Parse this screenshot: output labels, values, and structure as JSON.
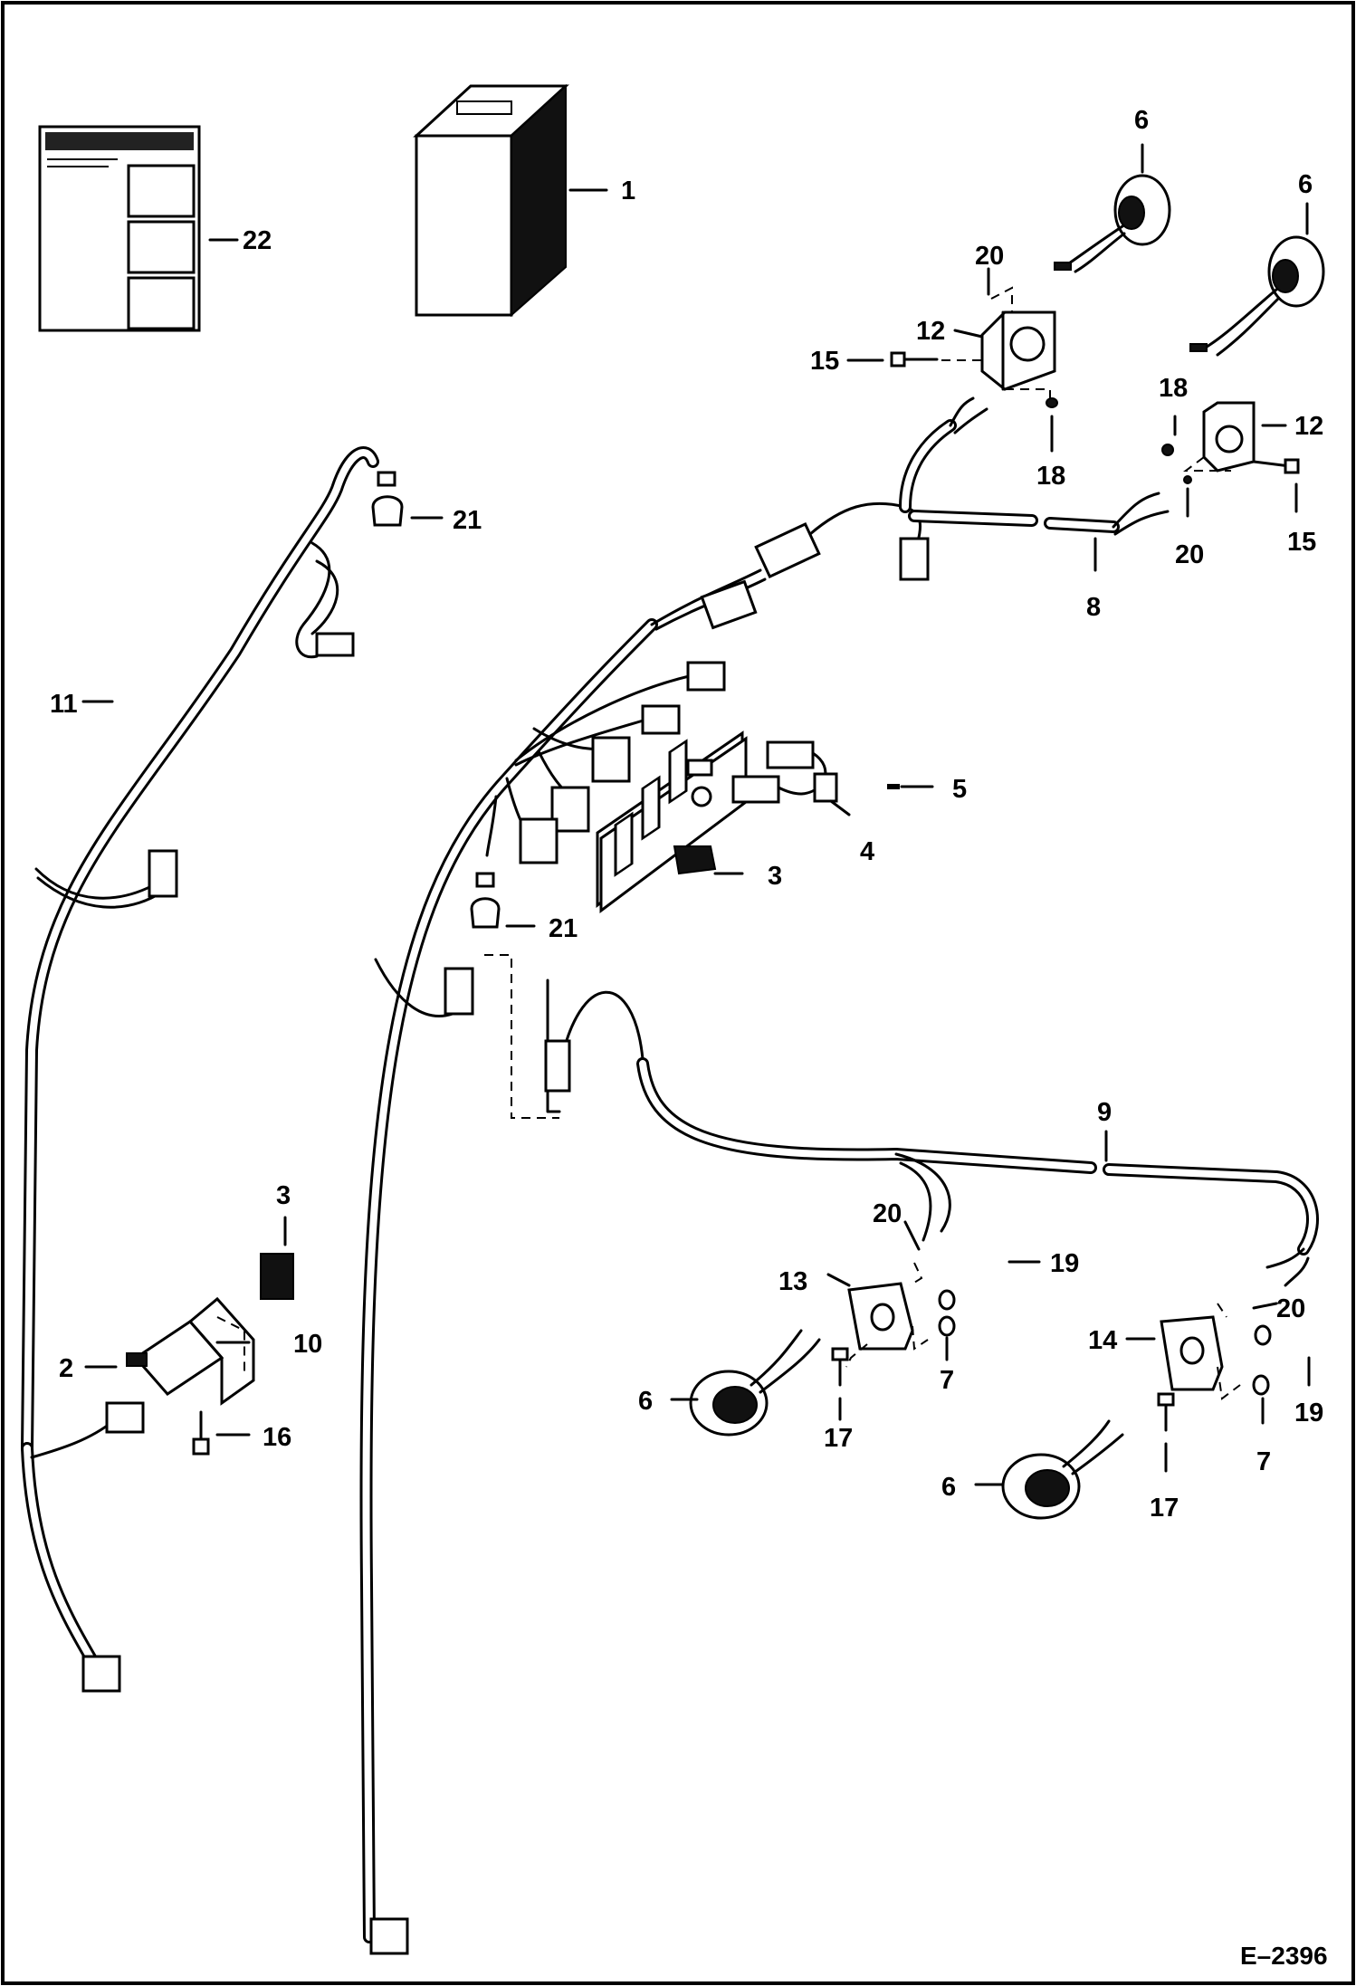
{
  "callouts": {
    "c1": "1",
    "c2": "2",
    "c3a": "3",
    "c3b": "3",
    "c4": "4",
    "c5": "5",
    "c6a": "6",
    "c6b": "6",
    "c6c": "6",
    "c6d": "6",
    "c7a": "7",
    "c7b": "7",
    "c8": "8",
    "c9": "9",
    "c10": "10",
    "c11": "11",
    "c12a": "12",
    "c12b": "12",
    "c13": "13",
    "c14": "14",
    "c15a": "15",
    "c15b": "15",
    "c16": "16",
    "c17a": "17",
    "c17b": "17",
    "c18a": "18",
    "c18b": "18",
    "c19a": "19",
    "c19b": "19",
    "c20a": "20",
    "c20b": "20",
    "c20c": "20",
    "c20d": "20",
    "c21a": "21",
    "c21b": "21",
    "c22": "22"
  },
  "figure_id": "E–2396"
}
